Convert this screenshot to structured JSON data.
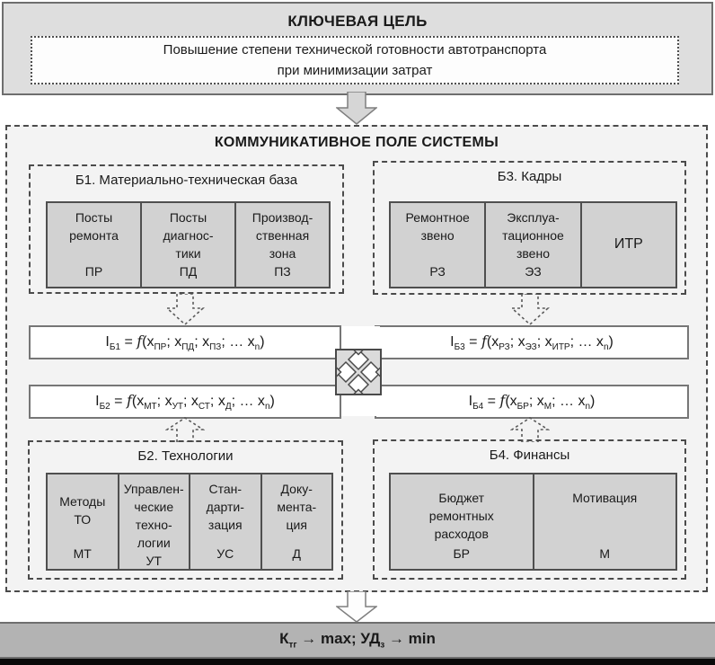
{
  "top": {
    "title": "КЛЮЧЕВАЯ ЦЕЛЬ",
    "statement": "Повышение степени технической готовности автотранспорта\nпри минимизации затрат"
  },
  "field": {
    "title": "КОММУНИКАТИВНОЕ ПОЛЕ СИСТЕМЫ"
  },
  "blocks": {
    "b1": {
      "title": "Б1. Материально-техническая база",
      "cells": [
        {
          "name": "Посты\nремонта",
          "abbr": "ПР"
        },
        {
          "name": "Посты\nдиагнос-\nтики",
          "abbr": "ПД"
        },
        {
          "name": "Производ-\nственная\nзона",
          "abbr": "ПЗ"
        }
      ]
    },
    "b3": {
      "title": "Б3. Кадры",
      "cells": [
        {
          "name": "Ремонтное\nзвено",
          "abbr": "РЗ"
        },
        {
          "name": "Эксплуа-\nтационное\nзвено",
          "abbr": "ЭЗ"
        },
        {
          "name": "",
          "abbr": "ИТР"
        }
      ]
    },
    "b2": {
      "title": "Б2. Технологии",
      "cells": [
        {
          "name": "Методы\nТО",
          "abbr": "МТ"
        },
        {
          "name": "Управлен-\nческие\nтехно-\nлогии",
          "abbr": "УТ"
        },
        {
          "name": "Стан-\nдарти-\nзация",
          "abbr": "УС"
        },
        {
          "name": "Доку-\nмента-\nция",
          "abbr": "Д"
        }
      ]
    },
    "b4": {
      "title": "Б4. Финансы",
      "cells": [
        {
          "name": "Бюджет\nремонтных\nрасходов",
          "abbr": "БР"
        },
        {
          "name": "Мотивация",
          "abbr": "М"
        }
      ]
    }
  },
  "formulas": {
    "b1": [
      [
        "n",
        "I"
      ],
      [
        "s",
        "Б1"
      ],
      [
        "n",
        " = "
      ],
      [
        "i",
        "f"
      ],
      [
        "n",
        "(x"
      ],
      [
        "s",
        "ПР"
      ],
      [
        "n",
        "; x"
      ],
      [
        "s",
        "ПД"
      ],
      [
        "n",
        "; x"
      ],
      [
        "s",
        "ПЗ"
      ],
      [
        "n",
        "; … x"
      ],
      [
        "s",
        "n"
      ],
      [
        "n",
        ")"
      ]
    ],
    "b2": [
      [
        "n",
        "I"
      ],
      [
        "s",
        "Б2"
      ],
      [
        "n",
        " = "
      ],
      [
        "i",
        "f"
      ],
      [
        "n",
        "(x"
      ],
      [
        "s",
        "МТ"
      ],
      [
        "n",
        "; x"
      ],
      [
        "s",
        "УТ"
      ],
      [
        "n",
        "; x"
      ],
      [
        "s",
        "СТ"
      ],
      [
        "n",
        "; x"
      ],
      [
        "s",
        "Д"
      ],
      [
        "n",
        "; … x"
      ],
      [
        "s",
        "n"
      ],
      [
        "n",
        ")"
      ]
    ],
    "b3": [
      [
        "n",
        "I"
      ],
      [
        "s",
        "Б3"
      ],
      [
        "n",
        " = "
      ],
      [
        "i",
        "f"
      ],
      [
        "n",
        "(x"
      ],
      [
        "s",
        "РЗ"
      ],
      [
        "n",
        "; x"
      ],
      [
        "s",
        "ЭЗ"
      ],
      [
        "n",
        "; x"
      ],
      [
        "s",
        "ИТР"
      ],
      [
        "n",
        "; … x"
      ],
      [
        "s",
        "n"
      ],
      [
        "n",
        ")"
      ]
    ],
    "b4": [
      [
        "n",
        "I"
      ],
      [
        "s",
        "Б4"
      ],
      [
        "n",
        " = "
      ],
      [
        "i",
        "f"
      ],
      [
        "n",
        "(x"
      ],
      [
        "s",
        "БР"
      ],
      [
        "n",
        "; x"
      ],
      [
        "s",
        "М"
      ],
      [
        "n",
        "; … x"
      ],
      [
        "s",
        "n"
      ],
      [
        "n",
        ")"
      ]
    ],
    "goal": [
      [
        "n",
        "К"
      ],
      [
        "s",
        "тг"
      ],
      [
        "n",
        " → max; УД"
      ],
      [
        "s",
        "з"
      ],
      [
        "n",
        " → min"
      ]
    ]
  },
  "colors": {
    "top_box_fill": "#dedede",
    "field_fill": "#f3f3f3",
    "cell_fill": "#d2d2d2",
    "formula_bar_fill": "#ffffff",
    "goal_bar_fill": "#b3b3b3",
    "border_dark": "#4f4f4f"
  }
}
